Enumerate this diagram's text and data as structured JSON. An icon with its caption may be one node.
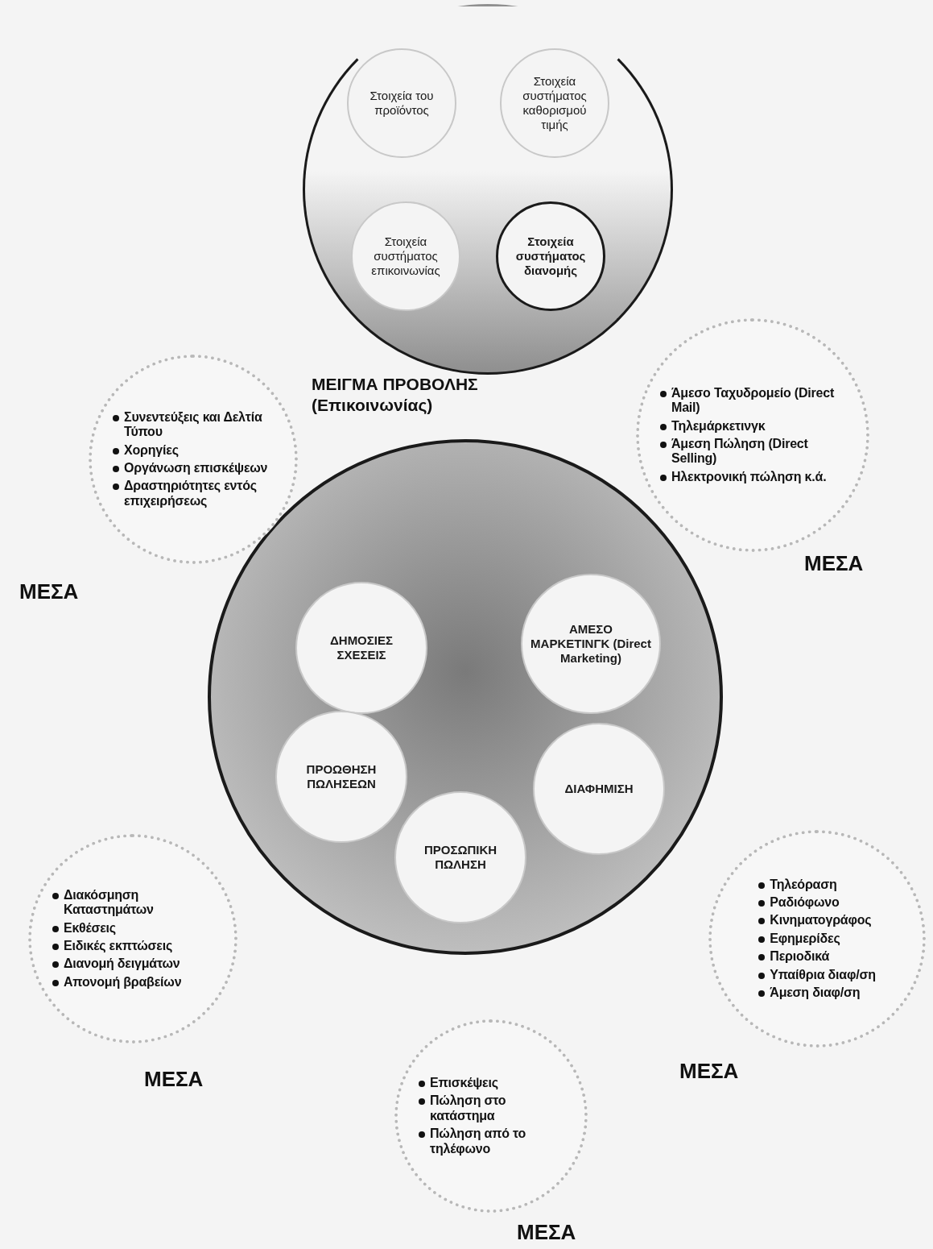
{
  "diagram": {
    "nodes": [
      {
        "text": [],
        "shape": "circle"
      },
      {
        "text": [
          "Στοιχεία του προϊόντος"
        ],
        "in": 0
      },
      {
        "text": [
          "Στοιχεία συστήματος καθορισμού τιμής"
        ],
        "in": 0
      },
      {
        "text": [
          "Στοιχεία συστήματος επικοινωνίας"
        ],
        "in": 0
      },
      {
        "text": [
          "Στοιχεία συστήματος διανομής"
        ],
        "in": 0
      },
      {
        "text": [
          "ΜΕΙΓΜΑ ΠΡΟΒΟΛΗΣ (Επικοινωνίας)"
        ]
      },
      {
        "text": [
          "ΔΗΜΟΣΙΕΣ ΣΧΕΣΕΙΣ"
        ],
        "in": 5
      },
      {
        "text": [
          "ΑΜΕΣΟ ΜΑΡΚΕΤΙΝΓΚ (Direct Marketing)"
        ],
        "in": 5
      },
      {
        "text": [
          "ΠΡΟΩΘΗΣΗ ΠΩΛΗΣΕΩΝ"
        ],
        "in": 5
      },
      {
        "text": [
          "ΔΙΑΦΗΜΙΣΗ"
        ],
        "in": 5
      },
      {
        "text": [
          "ΠΡΟΣΩΠΙΚΗ ΠΩΛΗΣΗ"
        ],
        "in": 5
      },
      {
        "text": [
          "Συνεντεύξεις και Δελτία Τύπου",
          "Χορηγίες",
          "Οργάνωση επισκέψεων",
          "Δραστηριότητες εντός επιχειρήσεως"
        ],
        "beside": [
          "ΜΕΣΑ"
        ]
      },
      {
        "text": [
          "Άμεσο Ταχυδρομείο (Direct Mail)",
          "Τηλεμάρκετινγκ",
          "Άμεση Πώληση (Direct Selling)",
          "Ηλεκτρονική πώληση κ.ά."
        ],
        "beside": [
          "ΜΕΣΑ"
        ]
      },
      {
        "text": [
          "Διακόσμηση Καταστημάτων",
          "Εκθέσεις",
          "Ειδικές εκπτώσεις",
          "Διανομή δειγμάτων",
          "Απονομή βραβείων"
        ],
        "beside": [
          "ΜΕΣΑ"
        ]
      },
      {
        "text": [
          "Τηλεόραση",
          "Ραδιόφωνο",
          "Κινηματογράφος",
          "Εφημερίδες",
          "Περιοδικά",
          "Υπαίθρια διαφ/ση",
          "Άμεση διαφ/ση"
        ],
        "beside": [
          "ΜΕΣΑ"
        ]
      },
      {
        "text": [
          "Επισκέψεις",
          "Πώληση στο κατάστημα",
          "Πώληση από το τηλέφωνο"
        ],
        "beside": [
          "ΜΕΣΑ"
        ]
      }
    ]
  }
}
